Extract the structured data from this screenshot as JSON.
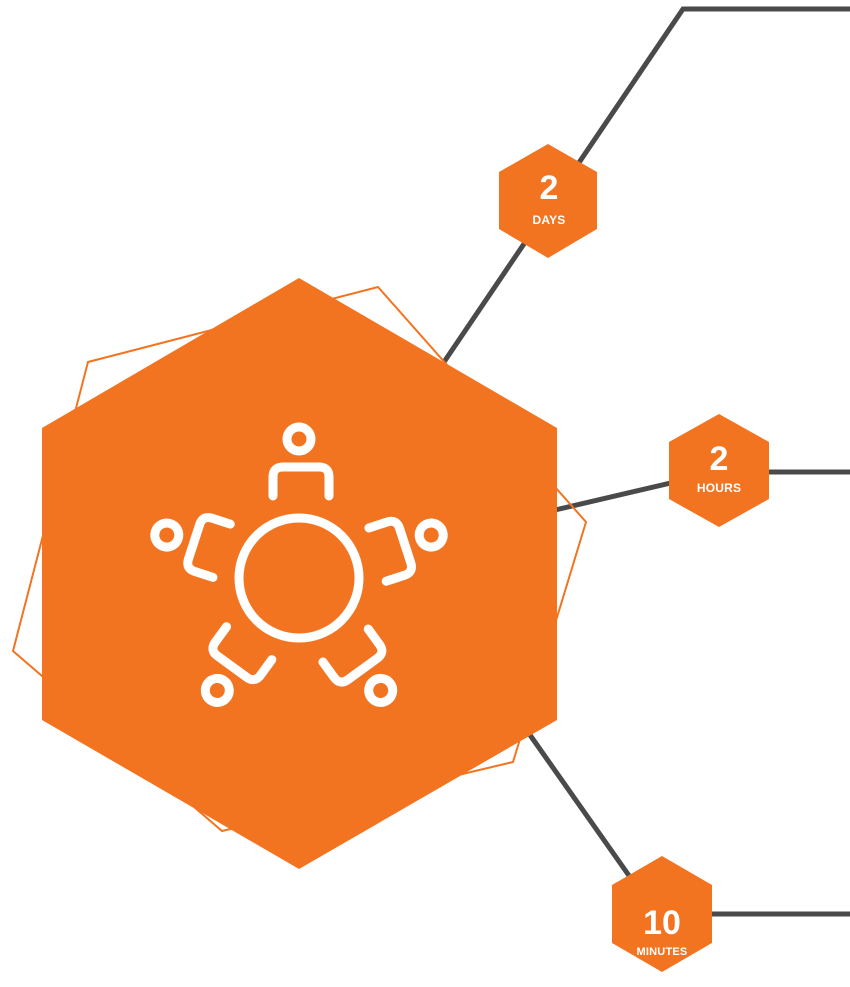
{
  "colors": {
    "accent": "#F27421",
    "line": "#4A4A4A",
    "icon": "#ffffff",
    "background": "#ffffff"
  },
  "hub": {
    "icon": "meeting-table-people-icon"
  },
  "badges": [
    {
      "value": "2",
      "unit": "DAYS"
    },
    {
      "value": "2",
      "unit": "HOURS"
    },
    {
      "value": "10",
      "unit": "MINUTES"
    }
  ]
}
